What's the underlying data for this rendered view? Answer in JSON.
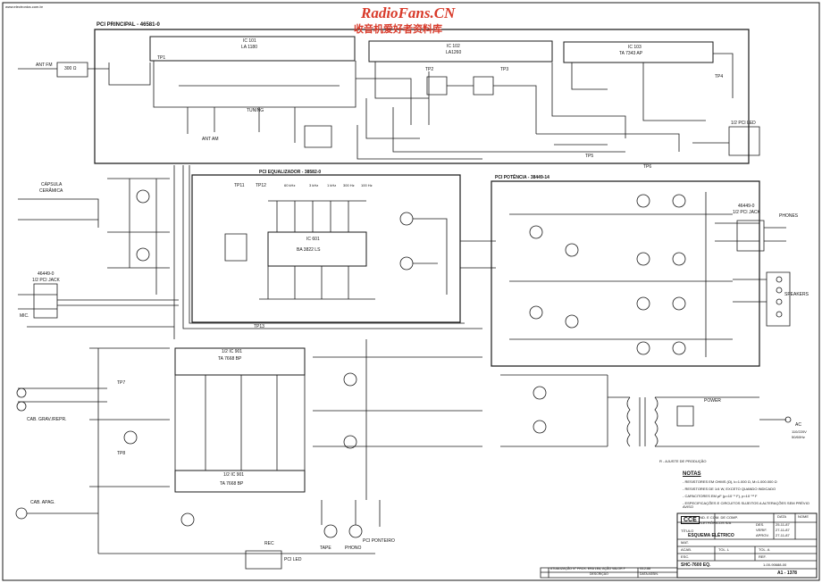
{
  "header": {
    "small_url": "www.electronics.com.br",
    "watermark_1": "RadioFans.CN",
    "watermark_2": "收音机爱好者资料库",
    "board_main": "PCI PRINCIPAL - 46581-0"
  },
  "ics": {
    "ic101": "IC 101",
    "ic101_type": "LA 1180",
    "ic102": "IC 102",
    "ic102_type": "LA1260",
    "ic103": "IC 103",
    "ic103_type": "TA 7343 AP",
    "ic601": "IC 601",
    "ic601_type": "BA 3822 LS",
    "ic901a": "1/2 IC 901",
    "ic901a_type": "TA 7668 BP",
    "ic901b": "1/2 IC 901",
    "ic901b_type": "TA 7668 BP"
  },
  "boards": {
    "equalizer": "PCI EQUALIZADOR - 38582-0",
    "power": "PCI POTÊNCIA - 38449-14",
    "led_top": "1/2 PCI LED",
    "led_bottom": "PCI LED",
    "jack_right": "46449-0",
    "jack_right_sub": "1/2 PCI JACK",
    "jack_left": "46449-0",
    "jack_left_sub": "1/2 PCI JACK",
    "ponteiro": "PCI PONTEIRO"
  },
  "io_labels": {
    "ant_fm": "ANT FM",
    "ant_fm_val": "300 Ω",
    "ant_am": "ANT AM",
    "tuning": "TUNING",
    "capsula": "CÁPSULA",
    "ceramica": "CERÂMICA",
    "mic": "MIC.",
    "cab": "CAB. GRAV./REPR.",
    "cab_apag": "CAB. APAG.",
    "phones": "PHONES",
    "speakers": "SPEAKERS",
    "power": "POWER",
    "ac": "AC",
    "ac_volts": "110/220V",
    "ac_hz": "50/60Hz",
    "tape": "TAPE",
    "phono": "PHONO",
    "rec": "REC",
    "ajuste": "R - AJUSTE DE PRODUÇÃO"
  },
  "test_points": [
    "TP1",
    "TP2",
    "TP3",
    "TP4",
    "TP5",
    "TP6",
    "TP7",
    "TP8",
    "TP11",
    "TP12",
    "TP13"
  ],
  "eq_freqs": [
    "60 kHz",
    "3 kHz",
    "1 kHz",
    "300 Hz",
    "100 Hz"
  ],
  "notes": {
    "title": "NOTAS",
    "lines": [
      "- RESISTORES EM OHMS (Ω), k=1.000 Ω, M=1.000.000 Ω",
      "- RESISTORES DE 1/4 W, EXCETO QUANDO INDICADO",
      "- CAPACITORES EM μF (μ=10⁻⁶ F), p=10⁻¹² F",
      "- ESPECIFICAÇÕES E CIRCUITOS SUJEITOS A ALTERAÇÕES SEM PRÉVIO AVISO"
    ]
  },
  "title_block": {
    "logo": "CCE",
    "company_1": "IND. E COM. DE COMP.",
    "company_2": "ELETRÔNICOS S/A",
    "data_h": "DATA",
    "nome_h": "NOME",
    "des": "DES.",
    "date_1": "25-11-87",
    "verif": "VERIF.",
    "date_2": "27-11-87",
    "aprov": "APROV.",
    "date_3": "27-11-87",
    "titulo_h": "TÍTULO",
    "titulo": "ESQUEMA ELÉTRICO",
    "mat": "MAT.",
    "acab": "ACAB.",
    "tol_l": "TOL. L",
    "tol_a": "TOL. A",
    "esc": "ESC.",
    "ref": "REF.",
    "model": "SHC-7600 EQ.",
    "drawing_no": "1-00-90688-00",
    "sheet": "A1 - 1378",
    "rev_text": "ATUALIZAÇÃO N° PROX. ERA LEA, AÇÃO VALOR F",
    "rev_date": "05-2-88",
    "descricao": "DESCRIÇÃO",
    "data_assin": "DATA   ASSIN."
  }
}
